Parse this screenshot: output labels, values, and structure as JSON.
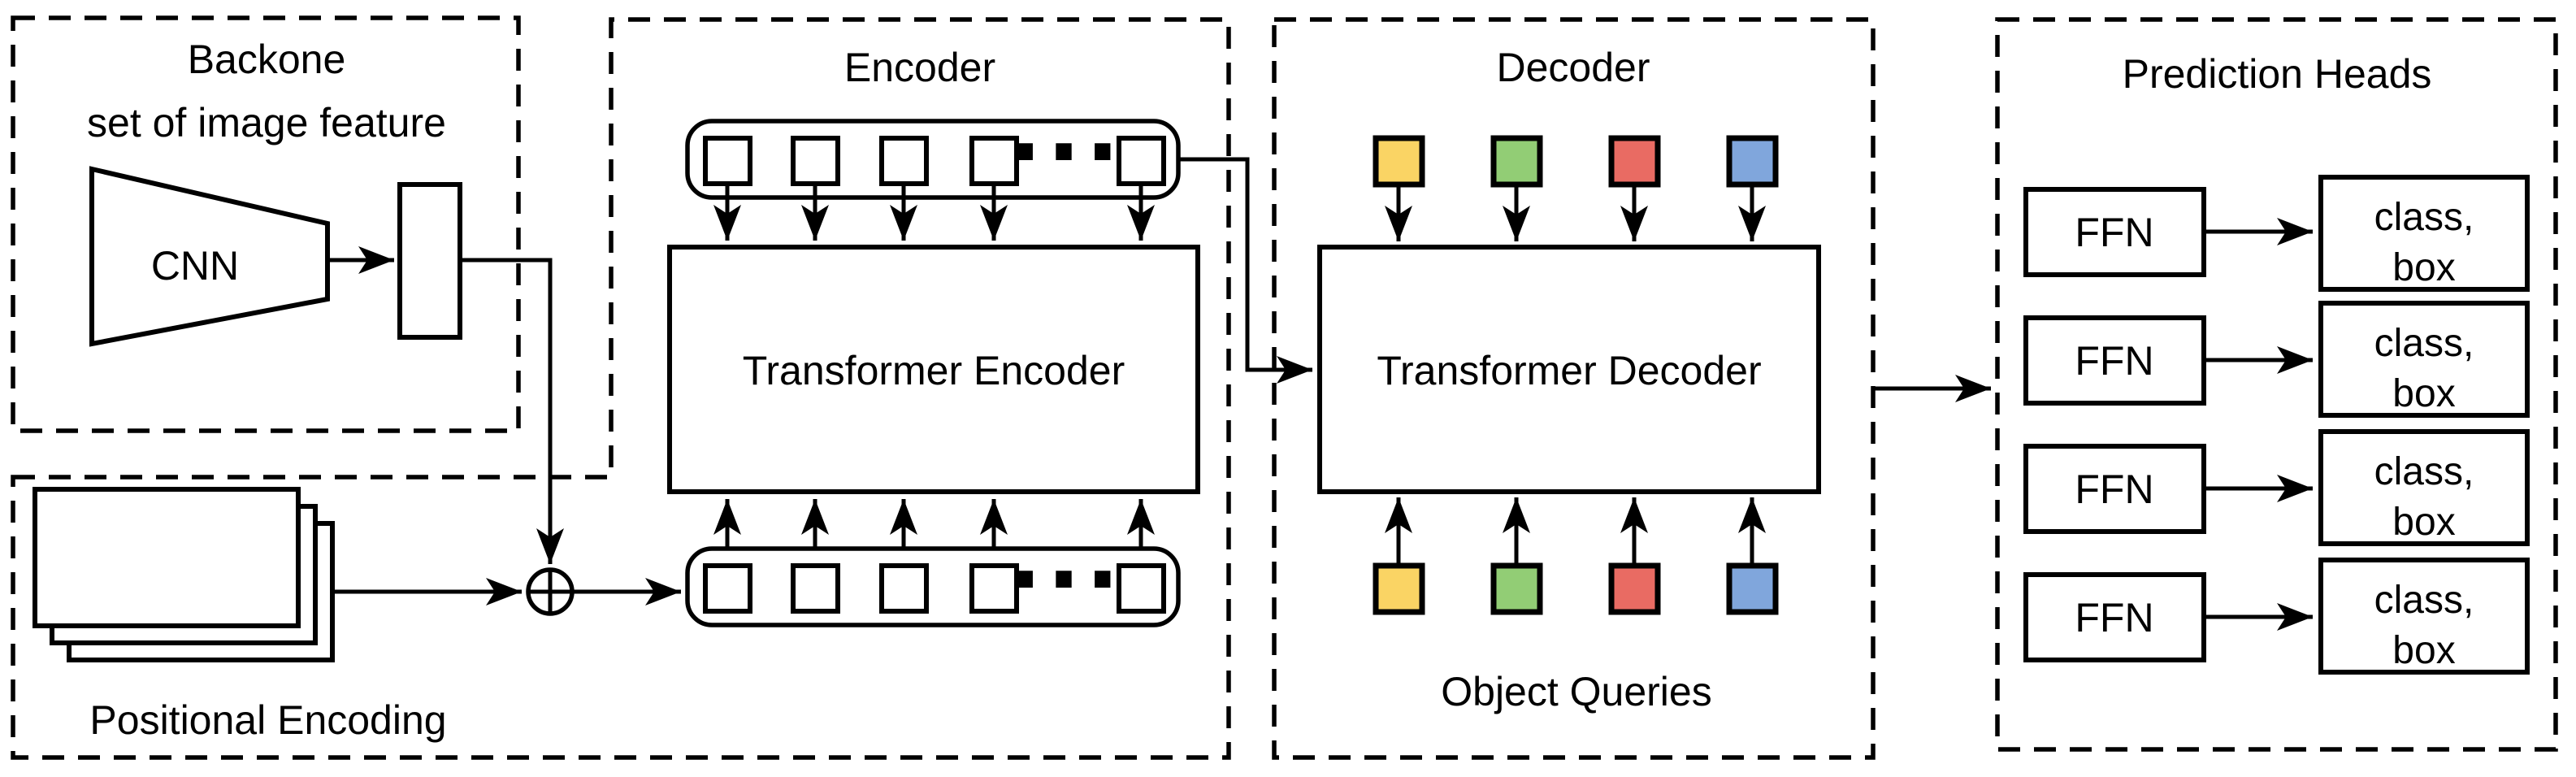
{
  "figure": {
    "kind": "neural-network-architecture-diagram",
    "background": "#FFFFFF",
    "stroke_color": "#000000"
  },
  "backbone": {
    "title": "Backone",
    "subtitle": "set of image feature",
    "cnn_label": "CNN"
  },
  "positional_encoding": {
    "label": "Positional Encoding"
  },
  "encoder": {
    "title": "Encoder",
    "block_label": "Transformer Encoder",
    "ellipsis": "···",
    "token_count_visible": 5
  },
  "decoder": {
    "title": "Decoder",
    "block_label": "Transformer Decoder",
    "object_queries_label": "Object Queries",
    "object_queries": [
      {
        "name": "query-1",
        "color": "#FAD464"
      },
      {
        "name": "query-2",
        "color": "#92CD75"
      },
      {
        "name": "query-3",
        "color": "#E96B63"
      },
      {
        "name": "query-4",
        "color": "#80A6DC"
      }
    ]
  },
  "prediction_heads": {
    "title": "Prediction Heads",
    "heads": [
      {
        "ffn": "FFN",
        "output_line1": "class,",
        "output_line2": "box"
      },
      {
        "ffn": "FFN",
        "output_line1": "class,",
        "output_line2": "box"
      },
      {
        "ffn": "FFN",
        "output_line1": "class,",
        "output_line2": "box"
      },
      {
        "ffn": "FFN",
        "output_line1": "class,",
        "output_line2": "box"
      }
    ]
  },
  "colors": {
    "query_yellow": "#FAD464",
    "query_green": "#92CD75",
    "query_red": "#E96B63",
    "query_blue": "#80A6DC",
    "line": "#000000",
    "background": "#FFFFFF"
  }
}
